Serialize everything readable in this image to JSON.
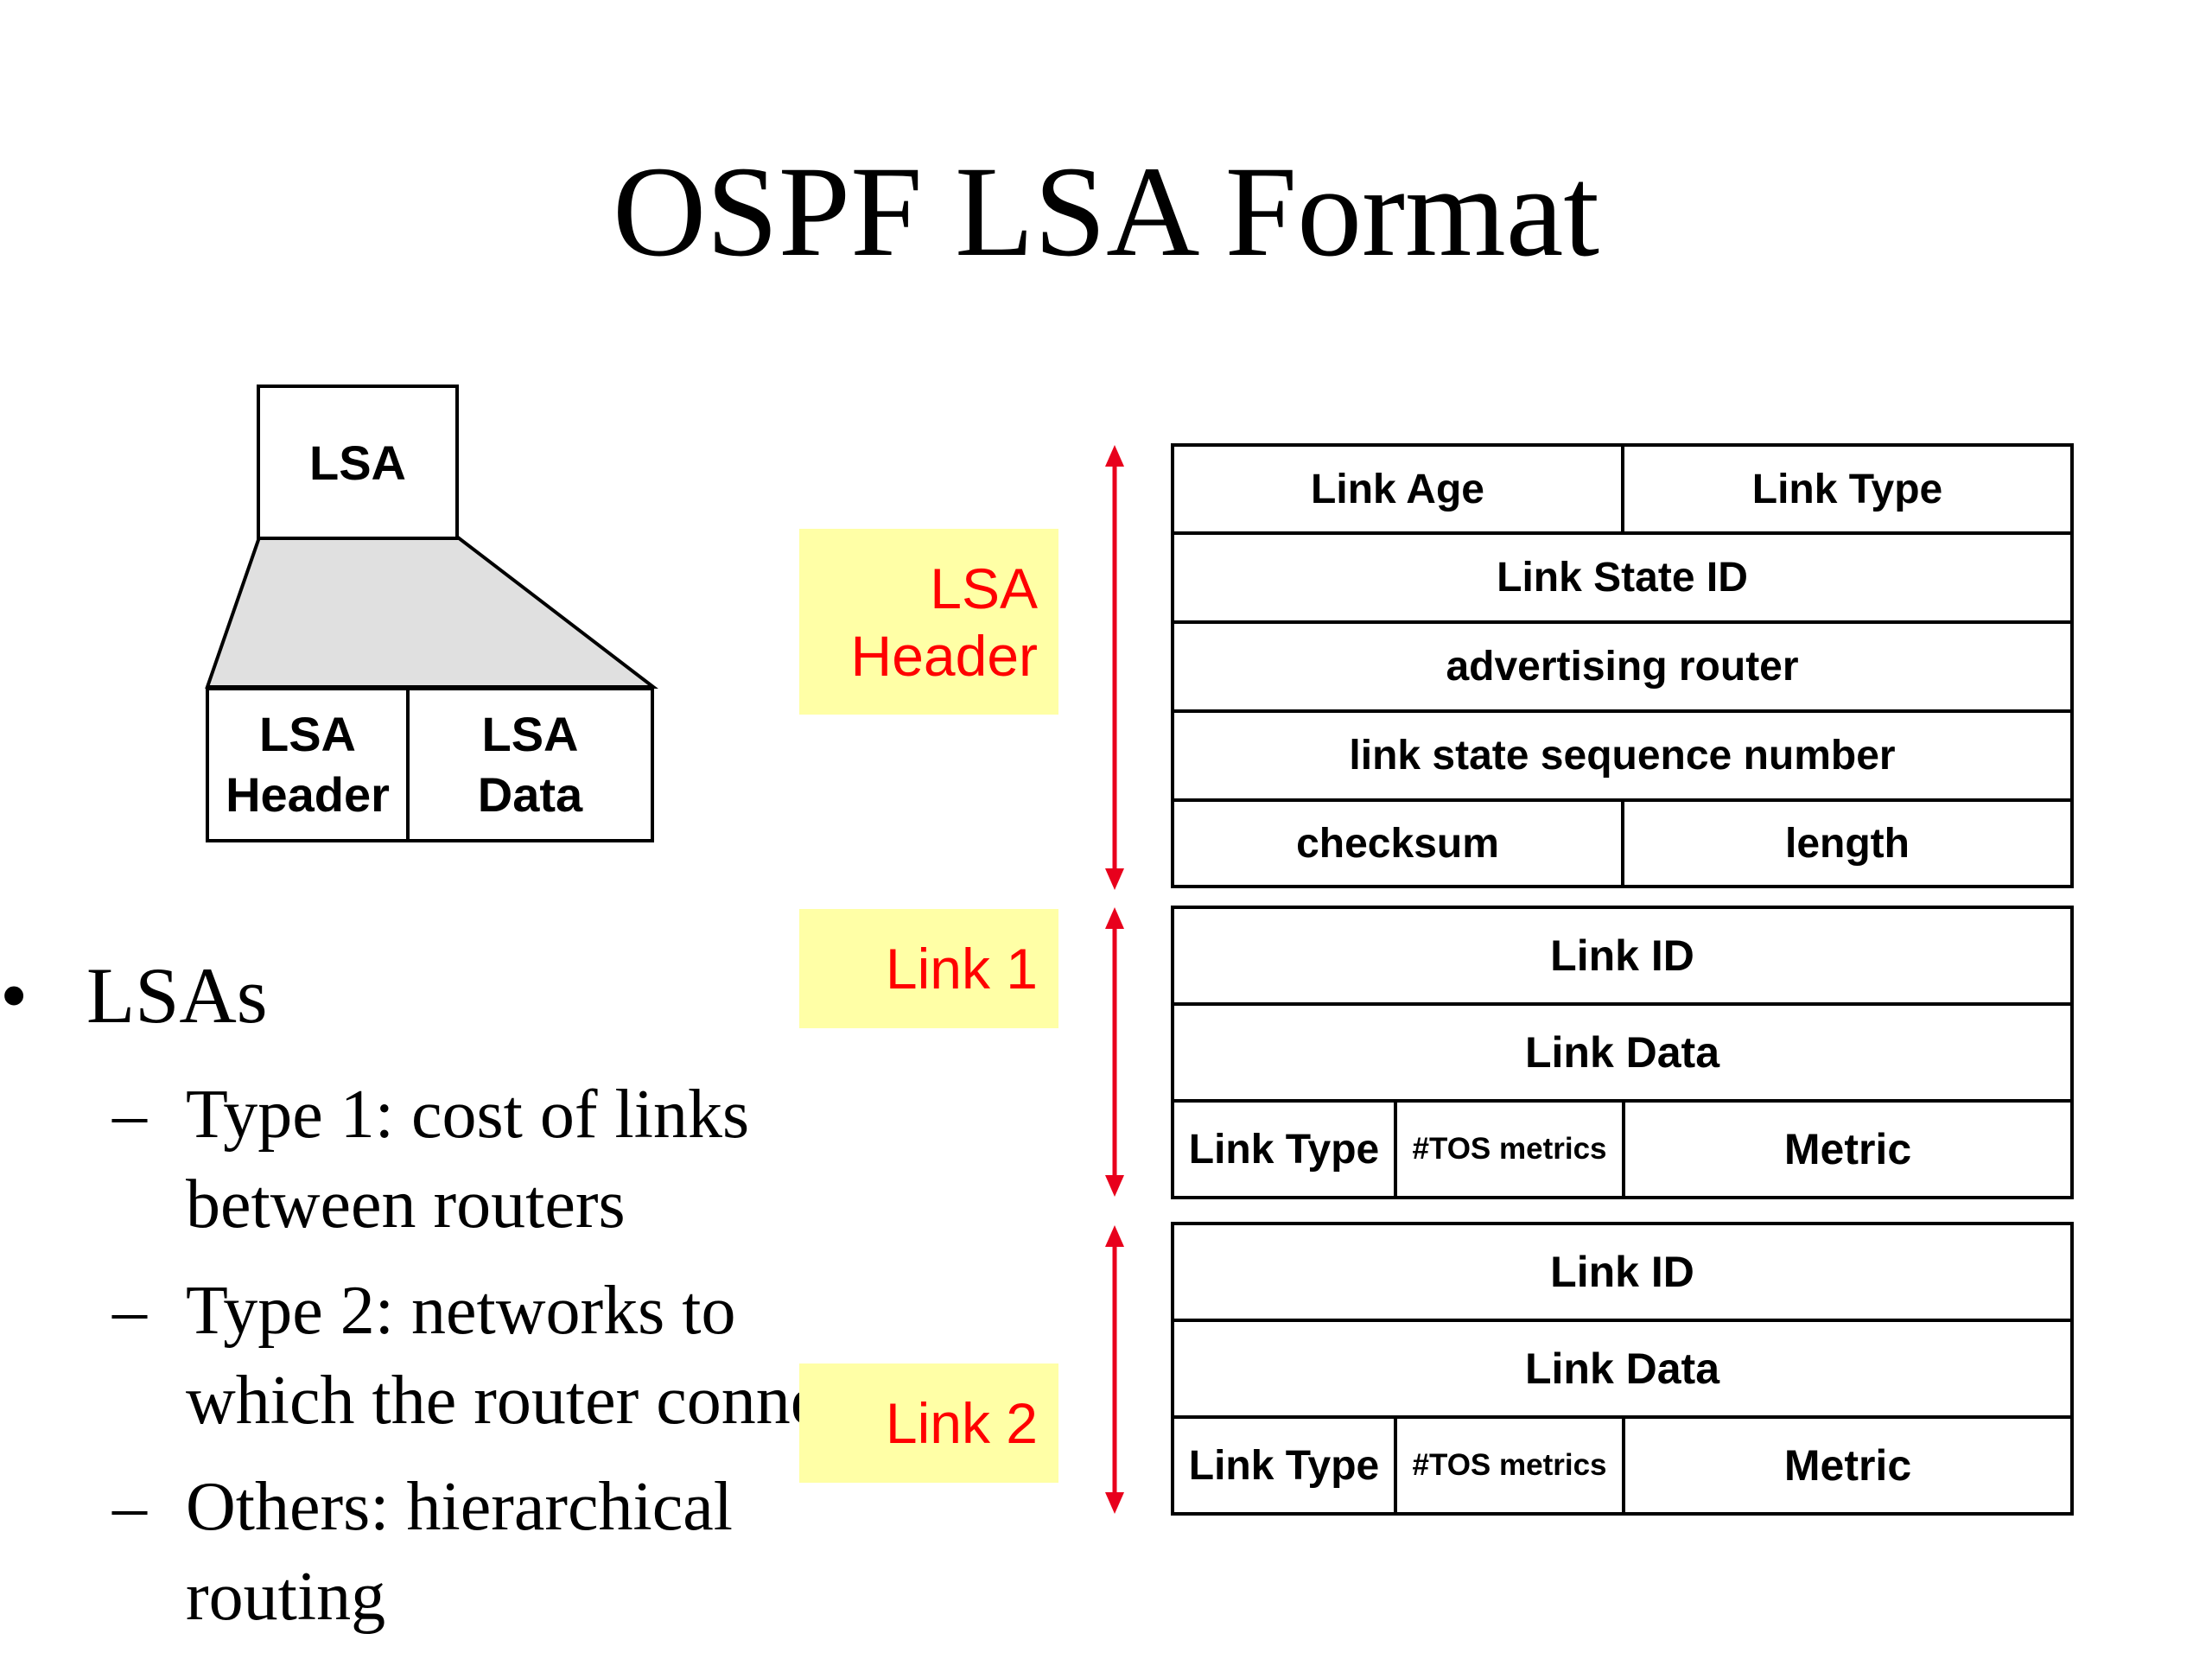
{
  "title": "OSPF LSA Format",
  "small_diagram": {
    "top": "LSA",
    "left_line1": "LSA",
    "left_line2": "Header",
    "right_line1": "LSA",
    "right_line2": "Data"
  },
  "labels": {
    "header_line1": "LSA",
    "header_line2": "Header",
    "link1": "Link 1",
    "link2": "Link 2"
  },
  "header_table": {
    "link_age": "Link Age",
    "link_type": "Link Type",
    "link_state_id": "Link State ID",
    "advertising_router": "advertising router",
    "sequence_number": "link state sequence number",
    "checksum": "checksum",
    "length": "length"
  },
  "links": [
    {
      "link_id": "Link ID",
      "link_data": "Link Data",
      "link_type": "Link Type",
      "tos": "#TOS metrics",
      "metric": "Metric"
    },
    {
      "link_id": "Link ID",
      "link_data": "Link Data",
      "link_type": "Link Type",
      "tos": "#TOS metrics",
      "metric": "Metric"
    }
  ],
  "bullets": {
    "marker": "•",
    "dash": "–",
    "main": "LSAs",
    "sub1_line1": "Type 1: cost of links",
    "sub1_line2": "between routers",
    "sub2_line1": "Type 2: networks to",
    "sub2_line2": "which the router connects",
    "sub3_line1": "Others: hierarchical",
    "sub3_line2": "routing"
  },
  "colors": {
    "label_bg": "#ffffa6",
    "label_text": "#ff0000",
    "arrow": "#e8001c",
    "trapezoid": "#e0e0e0"
  }
}
